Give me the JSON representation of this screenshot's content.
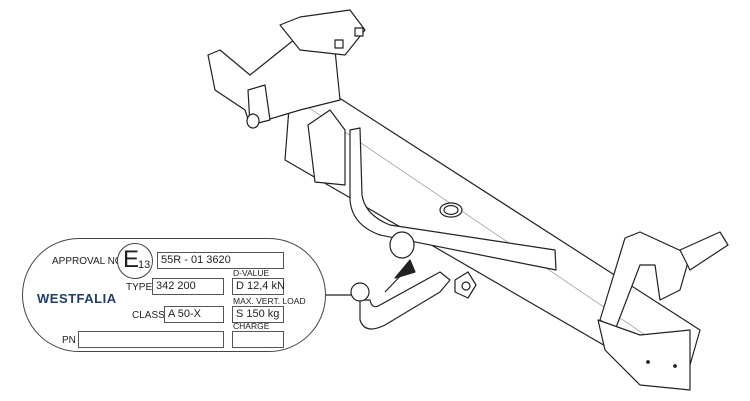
{
  "label": {
    "approval_no_label": "APPROVAL NO",
    "e_mark": "E",
    "e_number": "13",
    "approval_no": "55R - 01 3620",
    "brand": "WESTFALIA",
    "type_label": "TYPE",
    "type_value": "342 200",
    "class_label": "CLASS",
    "class_value": "A 50-X",
    "pn_label": "PN",
    "pn_value": "",
    "d_value_label": "D-VALUE",
    "d_value": "D  12,4 kN",
    "max_vert_load_label": "MAX. VERT. LOAD",
    "max_vert_load": "S   150 kg",
    "charge_label": "CHARGE",
    "charge_value": ""
  },
  "colors": {
    "brand": "#1f3d6e",
    "line": "#222222"
  }
}
